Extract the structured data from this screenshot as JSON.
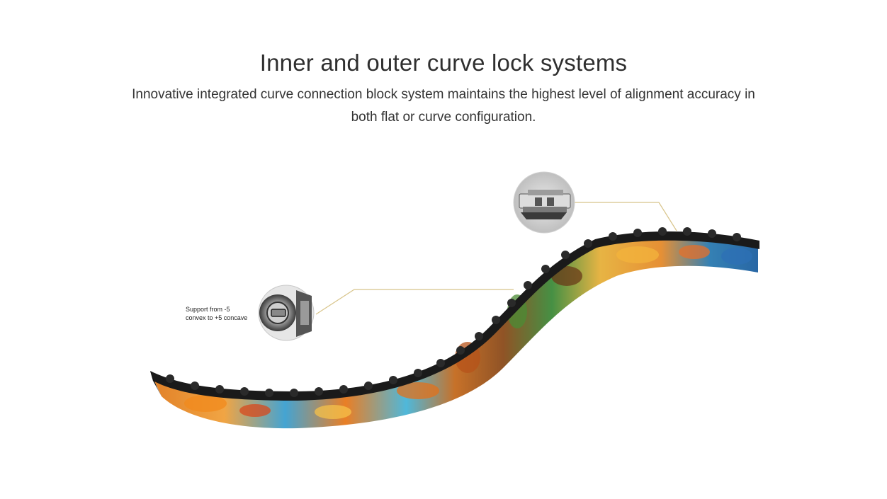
{
  "heading": {
    "title": "Inner and outer curve lock systems",
    "subtitle": "Innovative integrated curve connection block system maintains the highest level of alignment accuracy in both flat or curve configuration."
  },
  "callout": {
    "line1": "Support from -5",
    "line2": "convex to +5 concave"
  },
  "colors": {
    "leader_line": "#d8c48a",
    "text": "#333333",
    "cabinet_black": "#1a1a1a"
  }
}
